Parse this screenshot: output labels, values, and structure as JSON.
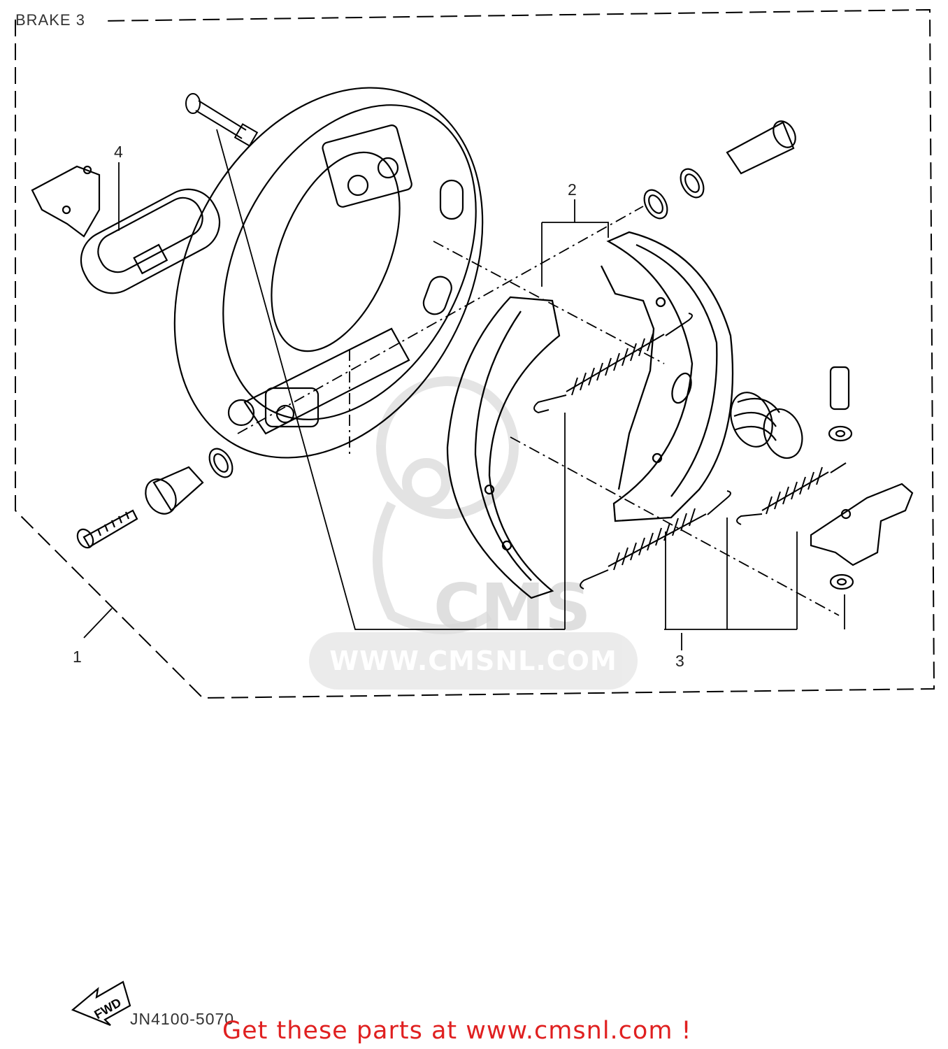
{
  "header": {
    "title": "BRAKE 3"
  },
  "callouts": {
    "one": "1",
    "two": "2",
    "three": "3",
    "four": "4"
  },
  "footer": {
    "drawing_code": "JN4100-5070",
    "fwd_arrow_text": "FWD",
    "promo_text": "Get these parts at www.cmsnl.com !"
  },
  "watermark": {
    "url_text": "WWW.CMSNL.COM",
    "logo_text": "CMS"
  },
  "colors": {
    "line": "#000000",
    "promo": "#e02020",
    "watermark": "#d8d8d8"
  }
}
